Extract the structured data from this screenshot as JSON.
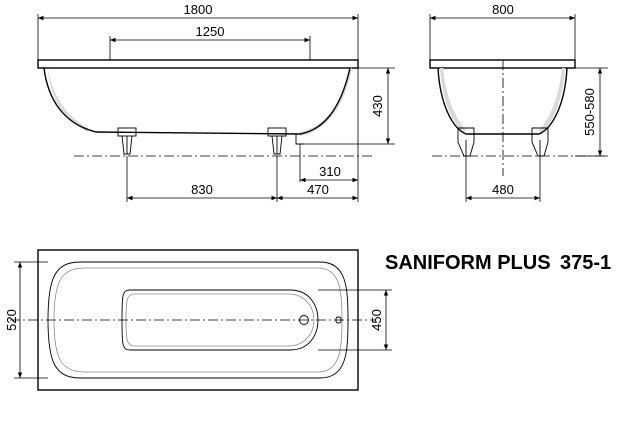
{
  "product": {
    "name": "SANIFORM PLUS",
    "code": "375-1"
  },
  "dimensions": {
    "overall_length": "1800",
    "inner_length": "1250",
    "side_height": "430",
    "foot_spacing": "830",
    "foot_to_end_outer": "470",
    "foot_to_end_inner": "310",
    "overall_width": "800",
    "foot_width": "480",
    "height_range": "550-580",
    "plan_width": "520",
    "basin_width": "450"
  },
  "colors": {
    "line": "#000000",
    "shading": "#d9d9d9"
  }
}
